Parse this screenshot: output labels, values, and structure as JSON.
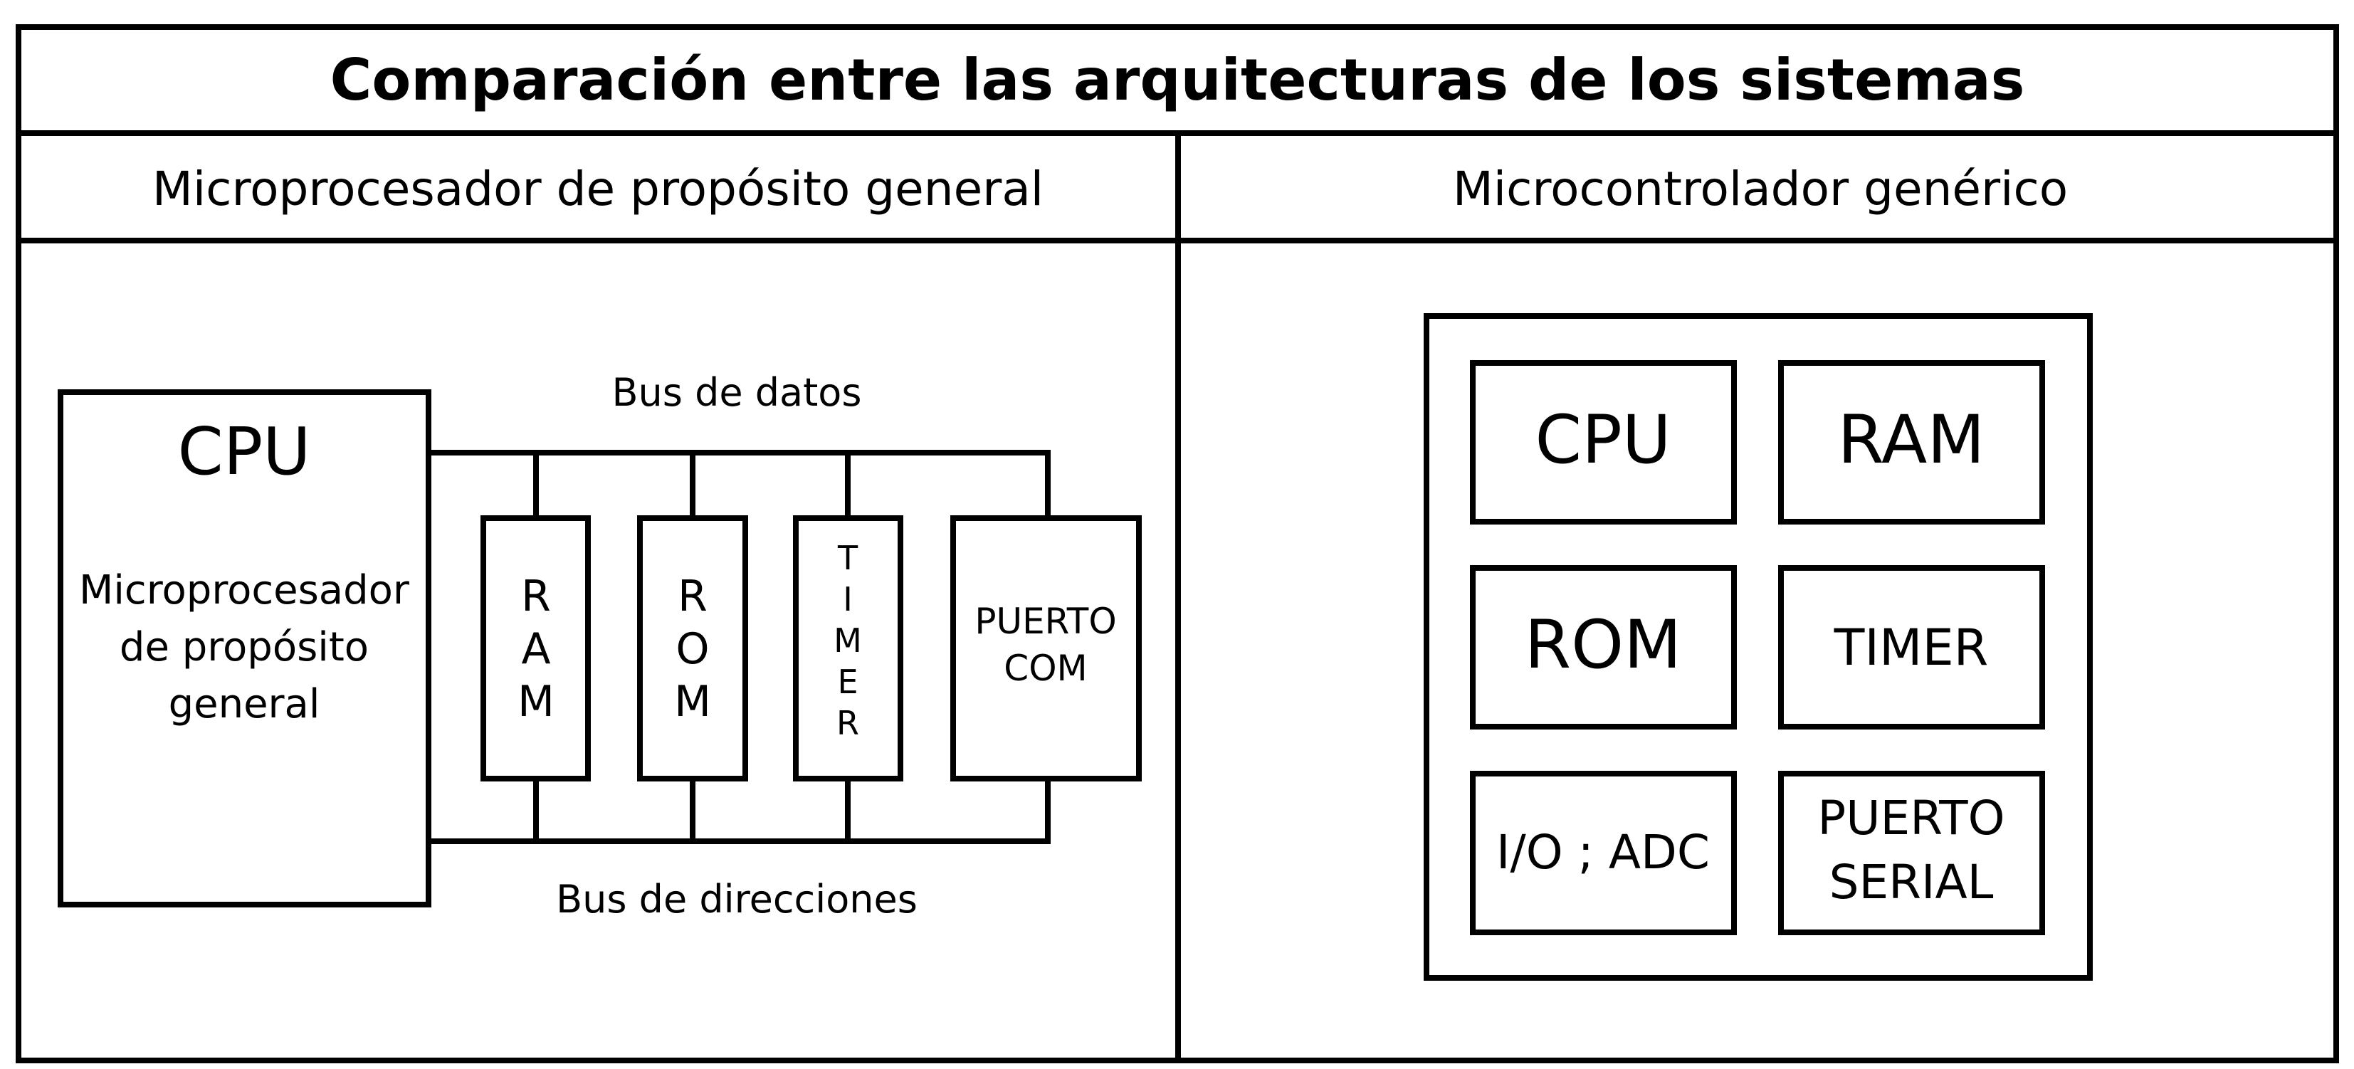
{
  "title": "Comparación entre las arquitecturas de los sistemas",
  "left_panel": {
    "header": "Microprocesador de propósito general",
    "cpu": {
      "label": "CPU",
      "description_lines": [
        "Microprocesador",
        "de propósito",
        "general"
      ]
    },
    "bus_datos": "Bus de datos",
    "bus_direcciones": "Bus de direcciones",
    "ram_letters": [
      "R",
      "A",
      "M"
    ],
    "rom_letters": [
      "R",
      "O",
      "M"
    ],
    "timer_letters": [
      "T",
      "I",
      "M",
      "E",
      "R"
    ],
    "puerto_lines": [
      "PUERTO",
      "COM"
    ]
  },
  "right_panel": {
    "header": "Microcontrolador genérico",
    "cpu": "CPU",
    "ram": "RAM",
    "rom": "ROM",
    "timer": "TIMER",
    "io_adc": "I/O ; ADC",
    "serial_lines": [
      "PUERTO",
      "SERIAL"
    ]
  }
}
